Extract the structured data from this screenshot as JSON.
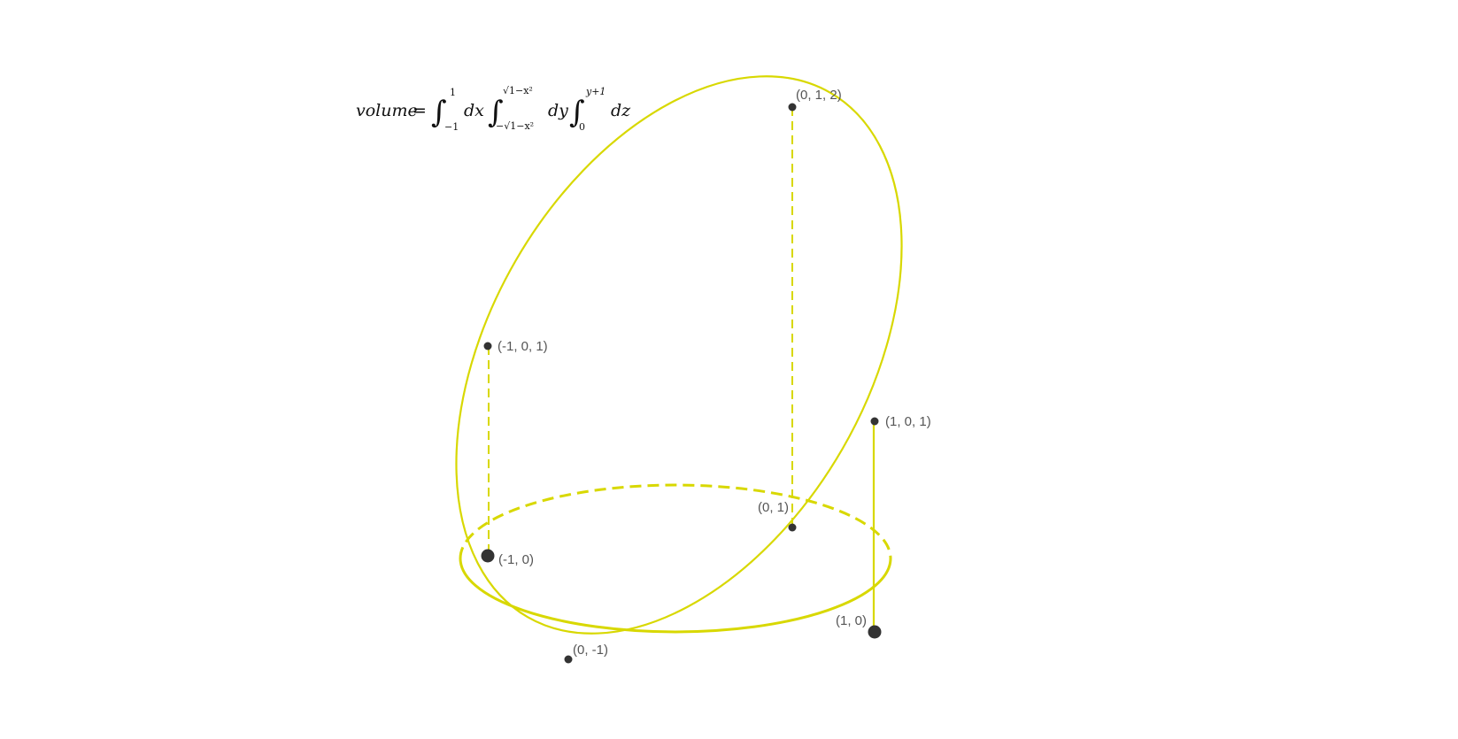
{
  "formula": {
    "lhs": "volume",
    "equals": "=",
    "int1": {
      "lower": "−1",
      "upper": "1",
      "diff": "dx"
    },
    "int2": {
      "lower": "−√1−x²",
      "upper": "√1−x²",
      "diff": "dy"
    },
    "int3": {
      "lower": "0",
      "upper": "y+1",
      "diff": "dz"
    }
  },
  "points": [
    {
      "id": "p012",
      "label": "(0, 1, 2)"
    },
    {
      "id": "pm101",
      "label": "(-1, 0, 1)"
    },
    {
      "id": "p101",
      "label": "(1, 0, 1)"
    },
    {
      "id": "p01",
      "label": "(0, 1)"
    },
    {
      "id": "pm10",
      "label": "(-1, 0)"
    },
    {
      "id": "p10",
      "label": "(1, 0)"
    },
    {
      "id": "p0m1",
      "label": "(0, -1)"
    }
  ],
  "colors": {
    "curve": "#d8d800",
    "point": "#333333",
    "label": "#555555"
  }
}
